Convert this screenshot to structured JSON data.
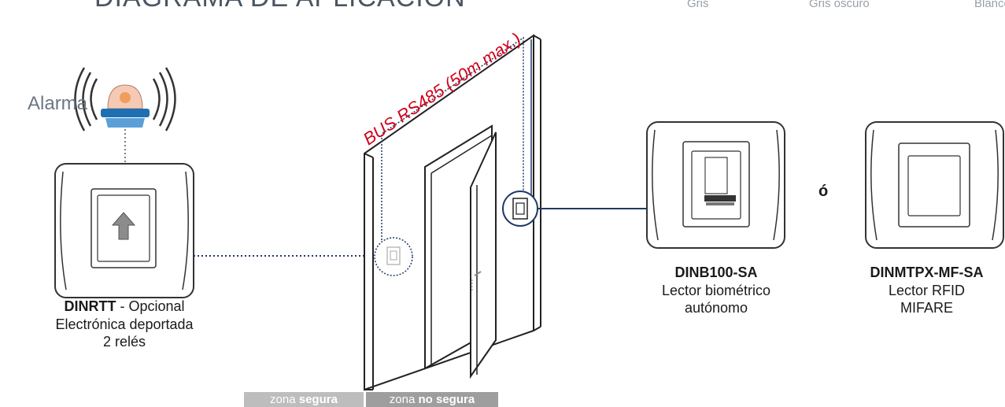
{
  "title": "DIAGRAMA DE APLICACIÓN",
  "colors_row": [
    "Gris",
    "Gris oscuro",
    "Blanco"
  ],
  "alarm": {
    "label": "Alarma"
  },
  "bus_label": "BUS RS485 (50m max.)",
  "devices": {
    "rtt": {
      "code": "DINRTT",
      "suffix": " - Opcional",
      "line2": "Electrónica deportada",
      "line3": "2 relés"
    },
    "biometric": {
      "code": "DINB100-SA",
      "line2": "Lector biométrico",
      "line3": "autónomo"
    },
    "rfid": {
      "code": "DINMTPX-MF-SA",
      "line2": "Lector RFID",
      "line3": "MIFARE"
    }
  },
  "or_label": "ó",
  "zones": {
    "safe": {
      "prefix": "zona ",
      "bold": "segura"
    },
    "unsafe": {
      "prefix": "zona ",
      "bold": "no segura"
    }
  },
  "accent_colors": {
    "bus": "#d0021b",
    "wiring": "#1f3a68",
    "device_frame": "#333333"
  }
}
